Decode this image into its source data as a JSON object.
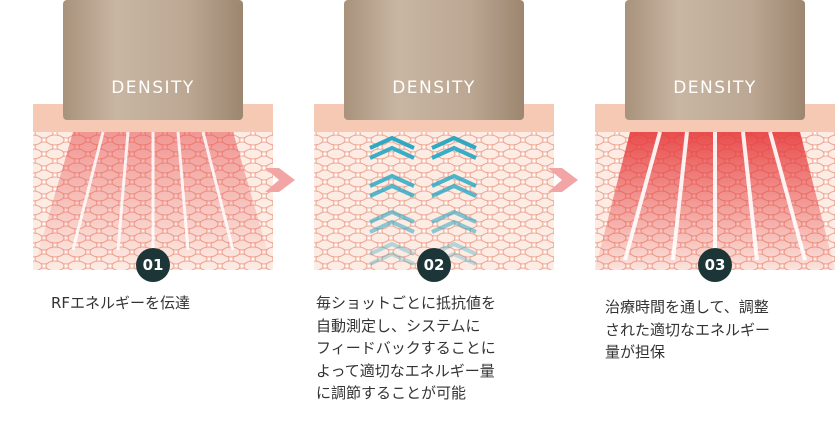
{
  "steps": [
    {
      "number": "01",
      "device_label": "DENSITY",
      "caption": "RFエネルギーを伝達"
    },
    {
      "number": "02",
      "device_label": "DENSITY",
      "caption": "毎ショットごとに抵抗値を\n自動測定し、システムに\nフィードバックすることに\nよって適切なエネルギー量\nに調節することが可能"
    },
    {
      "number": "03",
      "device_label": "DENSITY",
      "caption": "治療時間を通して、調整\nされた適切なエネルギー\n量が担保"
    }
  ],
  "colors": {
    "device": "#b8a48f",
    "skin_top": "#f6c9b4",
    "tissue": "#fbe5da",
    "cell_outline": "#f0a090",
    "rf_red": "#e84a4a",
    "sensor_teal": "#2ea9c4",
    "badge": "#1c3637",
    "arrow": "#f2a5a5"
  }
}
